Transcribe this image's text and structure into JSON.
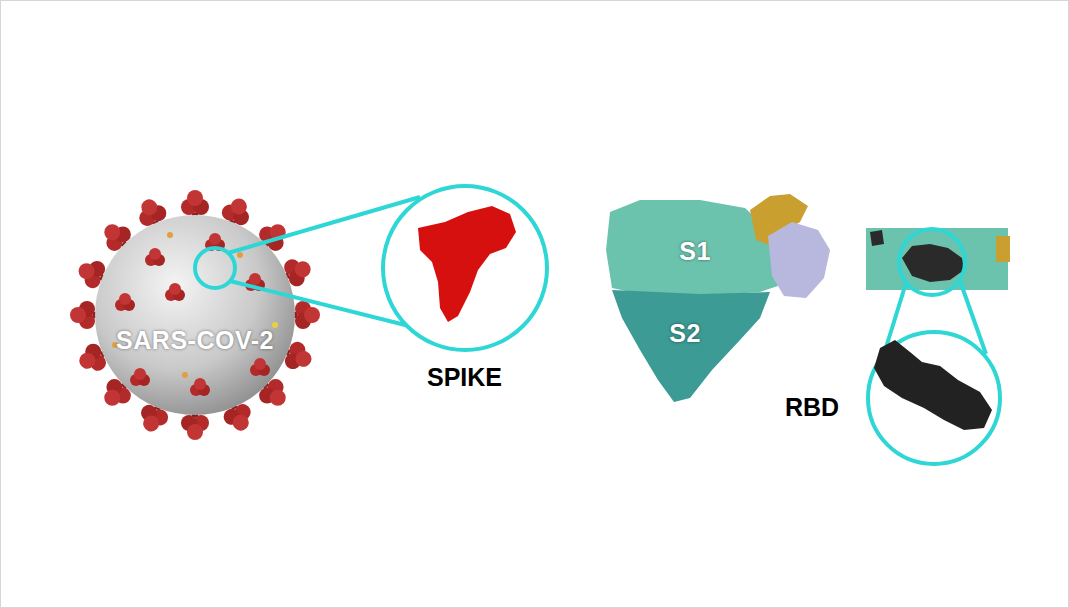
{
  "diagram": {
    "nodes": [
      {
        "text": [
          "SARS-COV-2"
        ]
      },
      {
        "text": [
          "S1"
        ]
      },
      {
        "text": [
          "S2"
        ]
      }
    ],
    "labels": [
      "SPIKE",
      "RBD"
    ]
  }
}
